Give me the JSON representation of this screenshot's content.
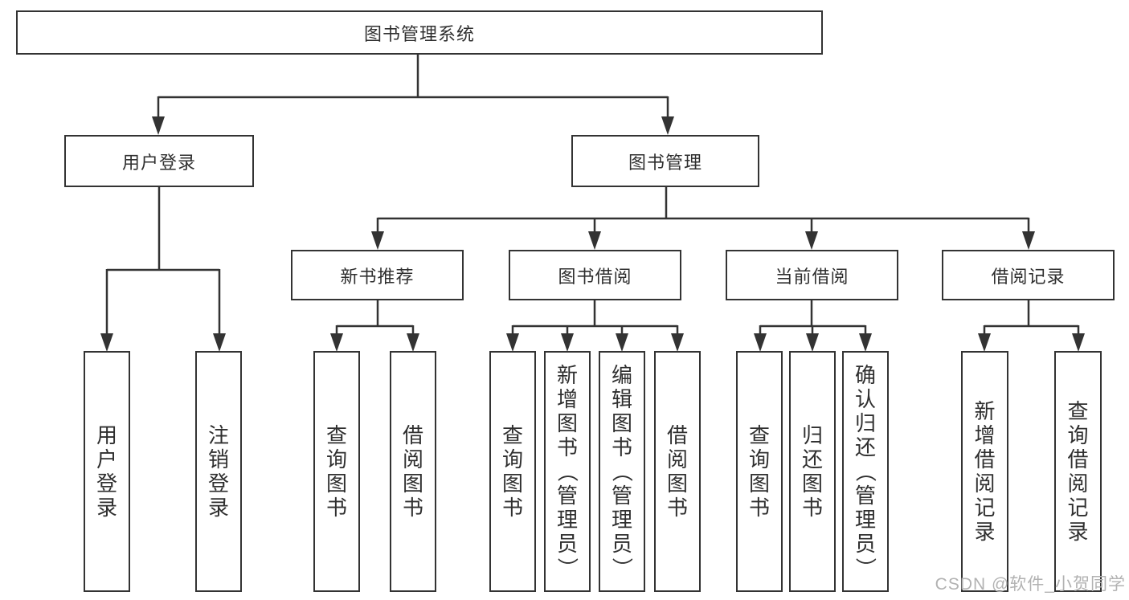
{
  "colors": {
    "line": "#333333",
    "text": "#2f2f2f",
    "watermark": "#b2b2b2",
    "bg": "#ffffff"
  },
  "watermark": {
    "text": "CSDN @软件_小贺同学"
  },
  "tree": {
    "label": "图书管理系统",
    "children": [
      {
        "label": "用户登录",
        "children": [
          {
            "label": "用户登录"
          },
          {
            "label": "注销登录"
          }
        ]
      },
      {
        "label": "图书管理",
        "children": [
          {
            "label": "新书推荐",
            "children": [
              {
                "label": "查询图书"
              },
              {
                "label": "借阅图书"
              }
            ]
          },
          {
            "label": "图书借阅",
            "children": [
              {
                "label": "查询图书"
              },
              {
                "label": "新增图书（管理员）"
              },
              {
                "label": "编辑图书（管理员）"
              },
              {
                "label": "借阅图书"
              }
            ]
          },
          {
            "label": "当前借阅",
            "children": [
              {
                "label": "查询图书"
              },
              {
                "label": "归还图书"
              },
              {
                "label": "确认归还（管理员）"
              }
            ]
          },
          {
            "label": "借阅记录",
            "children": [
              {
                "label": "新增借阅记录"
              },
              {
                "label": "查询借阅记录"
              }
            ]
          }
        ]
      }
    ]
  }
}
